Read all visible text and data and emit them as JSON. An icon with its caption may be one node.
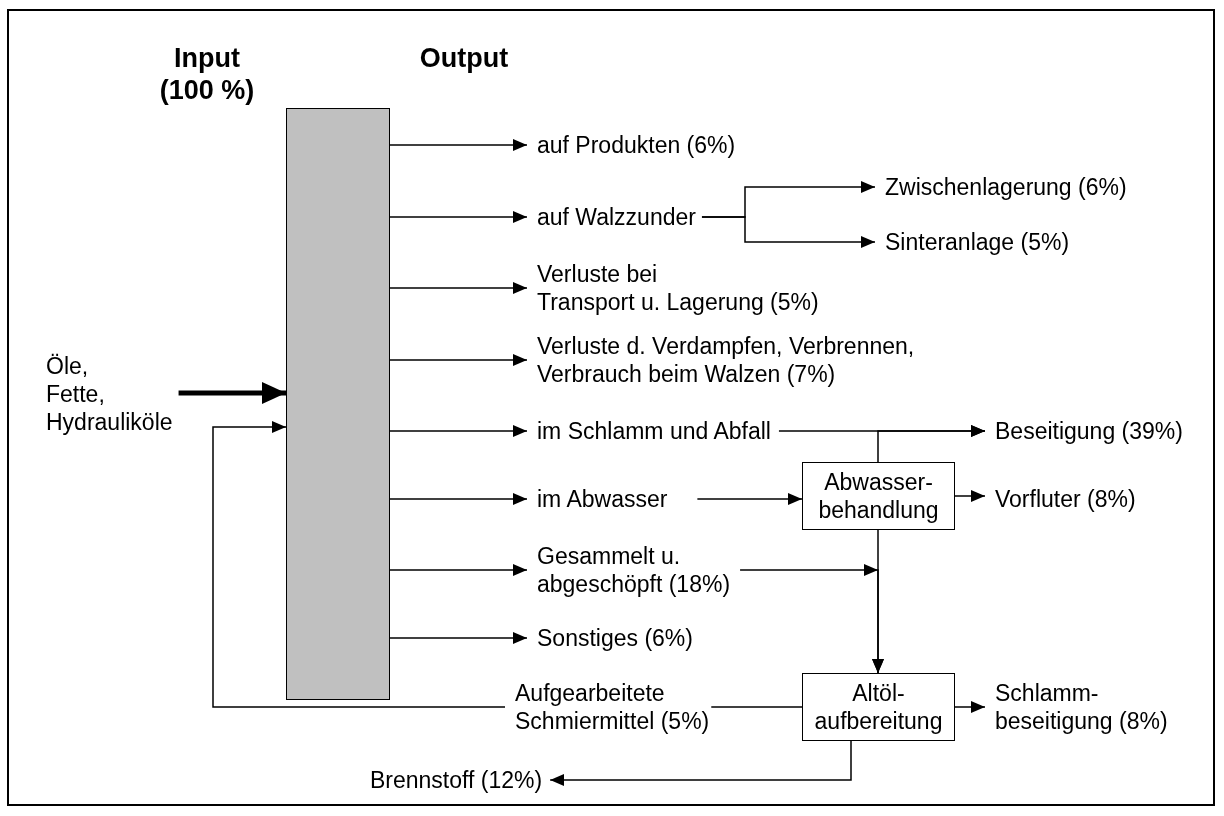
{
  "diagram": {
    "nodes": [
      {
        "text": [],
        "shape": "bar"
      },
      {
        "text": [
          "Öle, Fette, Hydrauliköle"
        ]
      },
      {
        "text": [
          "auf Produkten (6%)"
        ]
      },
      {
        "text": [
          "auf Walzzunder"
        ]
      },
      {
        "text": [
          "Zwischenlagerung (6%)"
        ]
      },
      {
        "text": [
          "Sinteranlage (5%)"
        ]
      },
      {
        "text": [
          "Verluste bei Transport u. Lagerung (5%)"
        ]
      },
      {
        "text": [
          "Verluste d. Verdampfen, Verbrennen, Verbrauch beim Walzen (7%)"
        ]
      },
      {
        "text": [
          "im Schlamm und Abfall"
        ]
      },
      {
        "text": [
          "Beseitigung (39%)"
        ]
      },
      {
        "text": [
          "im Abwasser"
        ]
      },
      {
        "text": [
          "Abwasser- behandlung"
        ]
      },
      {
        "text": [
          "Vorfluter (8%)"
        ]
      },
      {
        "text": [
          "Gesammelt u. abgeschöpft (18%)"
        ]
      },
      {
        "text": [
          "Sonstiges (6%)"
        ]
      },
      {
        "text": [
          "Aufgearbeitete Schmiermittel (5%)"
        ]
      },
      {
        "text": [
          "Altöl- aufbereitung"
        ]
      },
      {
        "text": [
          "Schlamm- beseitigung (8%)"
        ]
      },
      {
        "text": [
          "Brennstoff (12%)"
        ]
      }
    ],
    "edges": [
      {
        "from": 1,
        "to": 0,
        "arrow": "to",
        "style": "thick"
      },
      {
        "from": 0,
        "to": 2,
        "arrow": "to"
      },
      {
        "from": 0,
        "to": 3,
        "arrow": "to"
      },
      {
        "from": 3,
        "to": 4,
        "arrow": "to"
      },
      {
        "from": 3,
        "to": 5,
        "arrow": "to"
      },
      {
        "from": 0,
        "to": 6,
        "arrow": "to"
      },
      {
        "from": 0,
        "to": 7,
        "arrow": "to"
      },
      {
        "from": 0,
        "to": 8,
        "arrow": "to"
      },
      {
        "from": 8,
        "to": 9,
        "arrow": "to"
      },
      {
        "from": 11,
        "to": 9,
        "arrow": "to"
      },
      {
        "from": 0,
        "to": 10,
        "arrow": "to"
      },
      {
        "from": 10,
        "to": 11,
        "arrow": "to"
      },
      {
        "from": 11,
        "to": 12,
        "arrow": "to"
      },
      {
        "from": 0,
        "to": 13,
        "arrow": "to"
      },
      {
        "from": 13,
        "to": 16,
        "arrow": "to"
      },
      {
        "from": 11,
        "to": 16,
        "arrow": "to"
      },
      {
        "from": 0,
        "to": 14,
        "arrow": "to"
      },
      {
        "from": 16,
        "to": 15,
        "arrow": "none"
      },
      {
        "from": 15,
        "to": 0,
        "arrow": "to"
      },
      {
        "from": 16,
        "to": 17,
        "arrow": "to"
      },
      {
        "from": 16,
        "to": 18,
        "arrow": "to"
      }
    ],
    "labels": [
      "Input (100 %)",
      "Output"
    ]
  }
}
